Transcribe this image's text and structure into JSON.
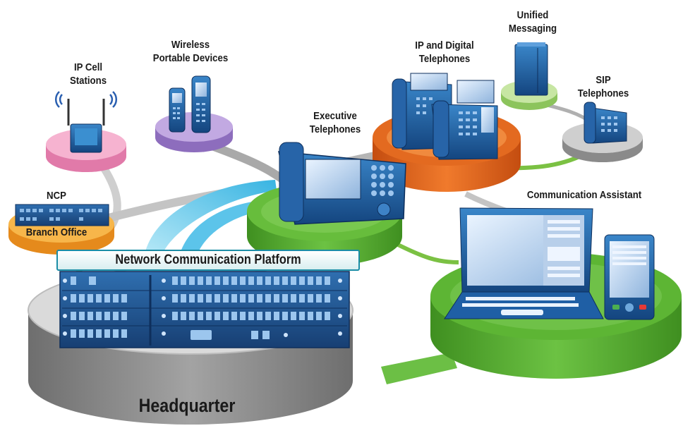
{
  "labels": {
    "ip_cell_stations": [
      "IP Cell",
      "Stations"
    ],
    "wireless_portable": [
      "Wireless",
      "Portable Devices"
    ],
    "executive": [
      "Executive",
      "Telephones"
    ],
    "ip_digital": [
      "IP and Digital",
      "Telephones"
    ],
    "unified_messaging": [
      "Unified",
      "Messaging"
    ],
    "sip": [
      "SIP",
      "Telephones"
    ],
    "ncp": "NCP",
    "branch_office": "Branch Office",
    "communication_assistant": "Communication Assistant",
    "network_platform": "Network Communication Platform",
    "headquarter": "Headquarter"
  },
  "colors": {
    "pink_disc": "#f3a7c8",
    "purple_disc": "#b49ad6",
    "orange_disc": "#e8641c",
    "light_green_disc": "#b6dc86",
    "gray_disc": "#bdbdbd",
    "green_disc": "#56b033",
    "headquarter_disc": "#8f8f8f",
    "device_blue": "#1f5fa5",
    "link_blue": "#7fd3ef",
    "link_gray": "#b8b8b8",
    "link_green": "#7bc143"
  },
  "icons": [
    "antenna-icon",
    "cordless-phone-icon",
    "desk-phone-icon",
    "server-icon",
    "laptop-icon",
    "pda-icon",
    "rack-chassis-icon"
  ]
}
